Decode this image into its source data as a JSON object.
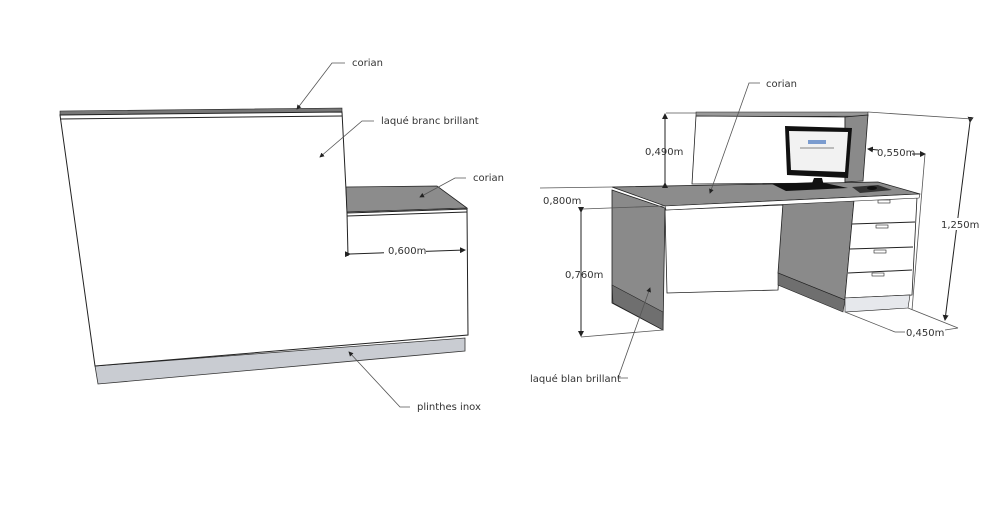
{
  "left_view": {
    "labels": {
      "corian_top": "corian",
      "front_finish": "laqué branc brillant",
      "corian_shelf": "corian",
      "shelf_width": "0,600m",
      "plinth": "plinthes inox"
    }
  },
  "right_view": {
    "labels": {
      "corian_desk": "corian",
      "hutch_height": "0,490m",
      "side_depth": "0,550m",
      "desk_depth": "0,800m",
      "total_height": "1,250m",
      "desk_height": "0,760m",
      "cabinet_width": "0,450m",
      "panel_finish": "laqué blan brillant"
    }
  },
  "colors": {
    "corian": "#8c8c8c",
    "panel_grey": "#8a8a8a",
    "inox": "#c9ccd2",
    "white": "#ffffff"
  }
}
